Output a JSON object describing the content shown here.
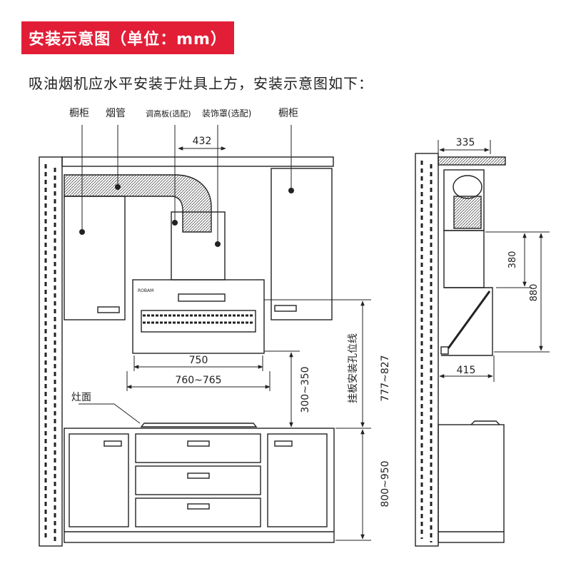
{
  "header": {
    "title": "安装示意图（单位：mm）",
    "intro": "吸油烟机应水平安装于灶具上方，安装示意图如下："
  },
  "colors": {
    "banner": "#e21e37",
    "line": "#222222"
  },
  "labels": {
    "cabinet_left": "橱柜",
    "duct": "烟管",
    "adjust_plate": "调高板(选配)",
    "deco_cover": "装饰罩(选配)",
    "cabinet_right": "橱柜",
    "hob": "灶面",
    "mount_holes": "挂板安装孔位线",
    "brand": "ROBAM"
  },
  "dimensions": {
    "front_top": "432",
    "hood_width": "750",
    "cutout_width": "760~765",
    "hood_to_hob": "300~350",
    "hole_height": "777~827",
    "counter_height": "800~950",
    "side_depth": "335",
    "side_380": "380",
    "side_880": "880",
    "side_415": "415"
  }
}
